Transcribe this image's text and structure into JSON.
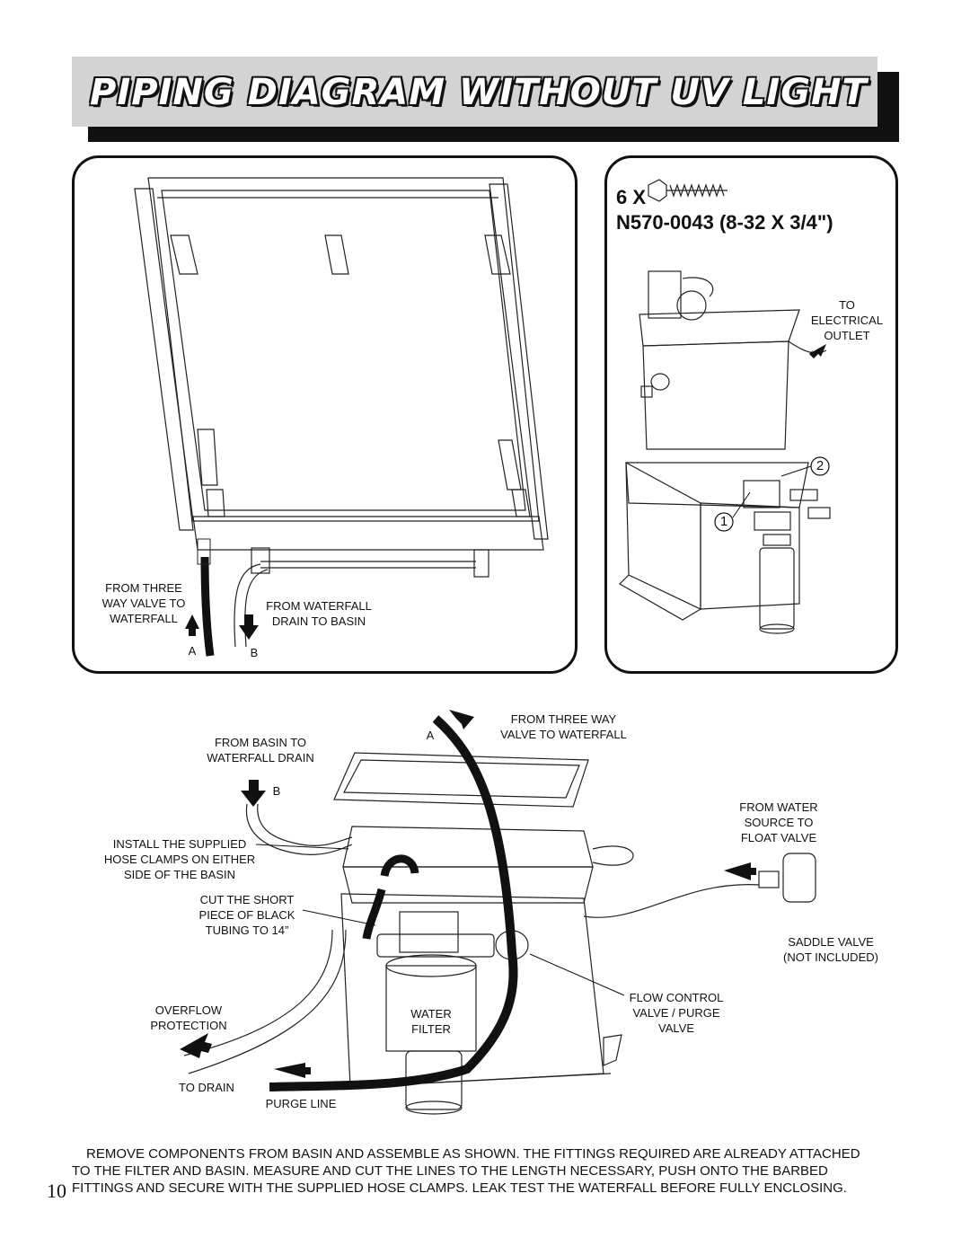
{
  "header": {
    "title": "PIPING DIAGRAM WITHOUT UV LIGHT"
  },
  "panel_left": {
    "from_three_way": [
      "FROM THREE",
      "WAY VALVE TO",
      "WATERFALL"
    ],
    "from_waterfall": [
      "FROM WATERFALL",
      "DRAIN TO BASIN"
    ],
    "label_a": "A",
    "label_b": "B"
  },
  "panel_right": {
    "quantity": "6 X",
    "part_number": "N570-0043 (8-32 X 3/4\")",
    "to_outlet": [
      "TO",
      "ELECTRICAL",
      "OUTLET"
    ],
    "callout_1": "1",
    "callout_2": "2"
  },
  "main": {
    "from_basin": [
      "FROM BASIN TO",
      "WATERFALL DRAIN"
    ],
    "label_b": "B",
    "label_a": "A",
    "from_three_way": [
      "FROM THREE WAY",
      "VALVE TO WATERFALL"
    ],
    "from_water_source": [
      "FROM WATER",
      "SOURCE TO",
      "FLOAT VALVE"
    ],
    "hose_clamps": [
      "INSTALL THE SUPPLIED",
      "HOSE CLAMPS ON EITHER",
      "SIDE OF THE BASIN"
    ],
    "cut_tubing": [
      "CUT THE SHORT",
      "PIECE OF BLACK",
      "TUBING TO 14”"
    ],
    "saddle_valve": [
      "SADDLE VALVE",
      "(NOT INCLUDED)"
    ],
    "flow_control": [
      "FLOW CONTROL",
      "VALVE / PURGE",
      "VALVE"
    ],
    "overflow": [
      "OVERFLOW",
      "PROTECTION"
    ],
    "water_filter": [
      "WATER",
      "FILTER"
    ],
    "to_drain": "TO DRAIN",
    "purge_line": "PURGE LINE"
  },
  "instructions": [
    "REMOVE COMPONENTS FROM BASIN AND ASSEMBLE AS SHOWN.  THE FITTINGS REQUIRED ARE ALREADY ATTACHED",
    "TO THE FILTER AND BASIN.  MEASURE AND CUT THE LINES TO THE LENGTH NECESSARY, PUSH ONTO THE BARBED",
    "FITTINGS AND SECURE WITH THE SUPPLIED HOSE CLAMPS. LEAK TEST THE WATERFALL BEFORE FULLY ENCLOSING."
  ],
  "footer": {
    "page_number": "10"
  }
}
